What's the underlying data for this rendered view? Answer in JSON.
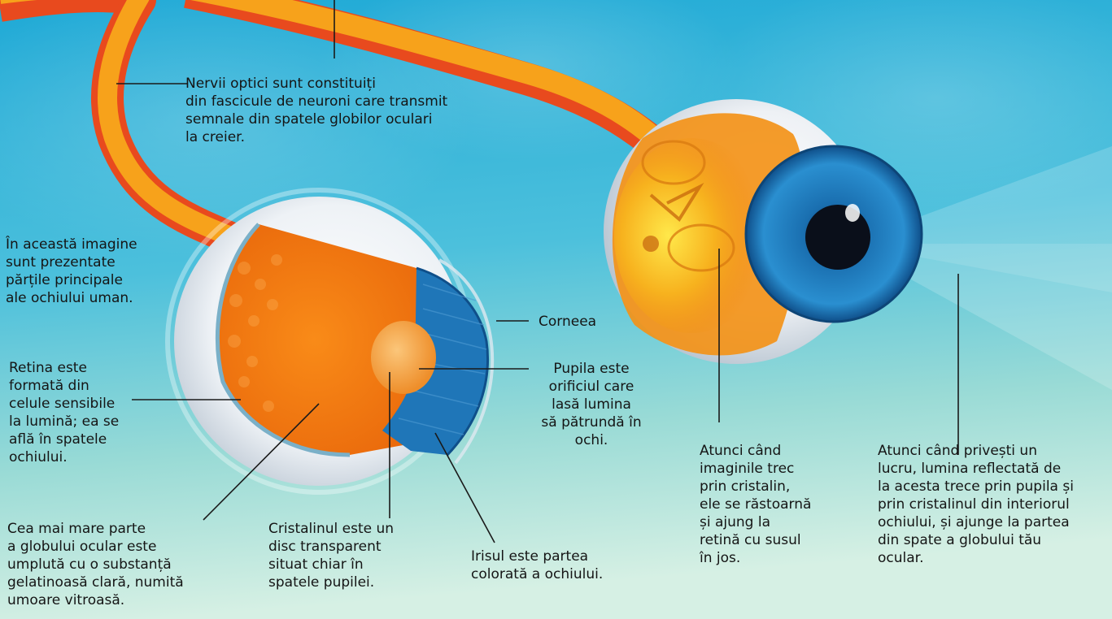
{
  "labels": {
    "optic_nerves": "Nervii optici sunt constituiți\ndin fascicule de neuroni care transmit\nsemnale din spatele globilor oculari\nla creier.",
    "intro": "În această imagine\nsunt prezentate\npărțile principale\nale ochiului uman.",
    "retina": "Retina este\nformată din\ncelule sensibile\nla lumină; ea se\naflă în spatele\nochiului.",
    "vitreous": "Cea mai mare parte\na globului ocular este\numplută cu o substanță\ngelatinoasă clară, numită\numoare vitroasă.",
    "lens": "Cristalinul este un\ndisc transparent\nsituat chiar în\nspatele pupilei.",
    "iris": "Irisul este partea\ncolorată a ochiului.",
    "cornea": "Corneea",
    "pupil": "Pupila este\norificiul care\nlasă lumina\nsă pătrundă în\nochi.",
    "inversion": "Atunci când\nimaginile trec\nprin cristalin,\nele se răstoarnă\nși ajung la\nretină cu susul\nîn jos.",
    "light_path": "Atunci când privești un\nlucru, lumina reflectată de\nla acesta trece prin pupila și\nprin cristalinul din interiorul\nochiului, și ajunge la partea\ndin spate a globului tău\nocular."
  },
  "colors": {
    "sky_top": "#2bb3dc",
    "sky_bottom": "#cfeee6",
    "nerve_orange": "#f7a21b",
    "nerve_red": "#e84a1e",
    "sclera": "#f4f6f8",
    "vitreous": "#f07d12",
    "iris_blue": "#1f76b8",
    "lens": "#f5a64a"
  }
}
